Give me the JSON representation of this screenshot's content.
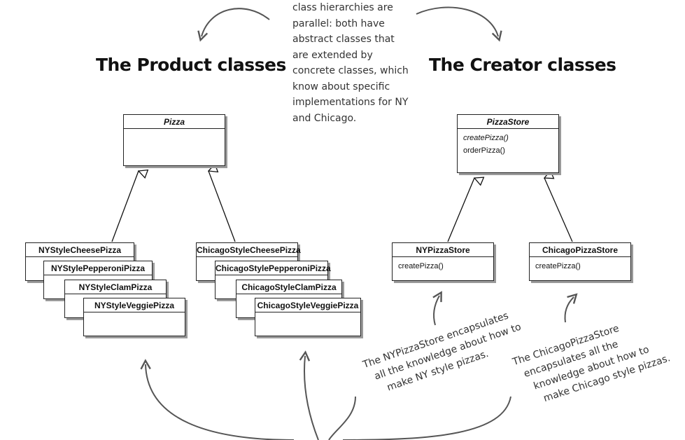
{
  "headings": {
    "product": "The Product classes",
    "creator": "The Creator classes"
  },
  "top_note": [
    "class hierarchies are",
    "parallel: both have",
    "abstract classes that",
    "are extended by",
    "concrete classes, which",
    "know about  specific",
    "implementations for NY",
    "and Chicago."
  ],
  "product": {
    "abstract": "Pizza",
    "ny": [
      "NYStyleCheesePizza",
      "NYStylePepperoniPizza",
      "NYStyleClamPizza",
      "NYStyleVeggiePizza"
    ],
    "chicago": [
      "ChicagoStyleCheesePizza",
      "ChicagoStylePepperoniPizza",
      "ChicagoStyleClamPizza",
      "ChicagoStyleVeggiePizza"
    ]
  },
  "creator": {
    "abstract": "PizzaStore",
    "abstract_ops": [
      "createPizza()",
      "orderPizza()"
    ],
    "ny_store": "NYPizzaStore",
    "ny_ops": [
      "createPizza()"
    ],
    "chicago_store": "ChicagoPizzaStore",
    "chicago_ops": [
      "createPizza()"
    ]
  },
  "ny_note": [
    "The NYPizzaStore encapsulates",
    "all the knowledge about how to",
    "make NY style pizzas."
  ],
  "chicago_note": [
    "The ChicagoPizzaStore",
    "encapsulates all the",
    "knowledge about how to",
    "make Chicago style pizzas."
  ],
  "colors": {
    "ink": "#111111",
    "shadow": "#9a9a9a",
    "arrow": "#555555"
  }
}
